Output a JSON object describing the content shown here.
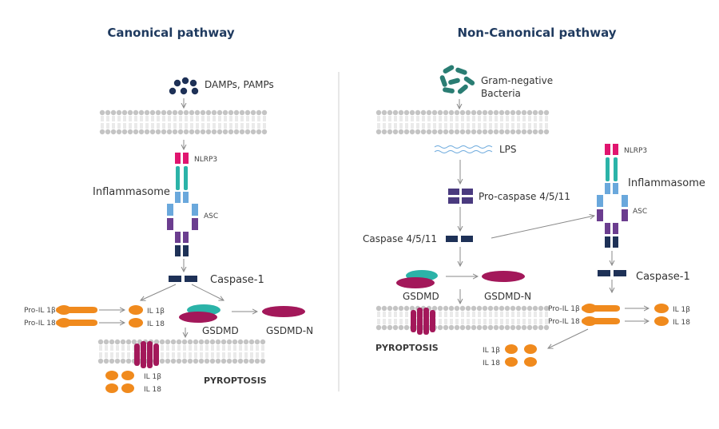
{
  "canonical": {
    "title": "Canonical pathway",
    "damps_label": "DAMPs, PAMPs",
    "nlrp3_label": "NLRP3",
    "inflammasome_label": "Inflammasome",
    "asc_label": "ASC",
    "caspase1_label": "Caspase-1",
    "pro_il1b_label": "Pro-IL 1β",
    "pro_il18_label": "Pro-IL 18",
    "il1b_label": "IL 1β",
    "il18_label": "IL 18",
    "gsdmd_label": "GSDMD",
    "gsdmdn_label": "GSDMD-N",
    "released_il1b_label": "IL 1β",
    "released_il18_label": "IL 18",
    "pyroptosis_label": "PYROPTOSIS"
  },
  "noncanonical": {
    "title": "Non-Canonical pathway",
    "bacteria_label_line1": "Gram-negative",
    "bacteria_label_line2": "Bacteria",
    "lps_label": "LPS",
    "procaspase_label": "Pro-caspase 4/5/11",
    "caspase_label": "Caspase 4/5/11",
    "gsdmd_label": "GSDMD",
    "gsdmdn_label": "GSDMD-N",
    "pyroptosis_label": "PYROPTOSIS",
    "nlrp3_label": "NLRP3",
    "inflammasome_label": "Inflammasome",
    "asc_label": "ASC",
    "caspase1_label": "Caspase-1",
    "pro_il1b_label": "Pro-IL 1β",
    "pro_il18_label": "Pro-IL 18",
    "il1b_label": "IL 1β",
    "il18_label": "IL 18",
    "released_il1b_label": "IL 1β",
    "released_il18_label": "IL 18"
  },
  "colors": {
    "navy": "#1e3157",
    "magenta": "#e0156f",
    "teal": "#2bb3a8",
    "blue": "#6aa8dc",
    "purple": "#6b3d8f",
    "orange": "#f08a1d",
    "crimson": "#a3185a",
    "membrane": "#c4c4c4",
    "bacteria": "#2a7d73"
  }
}
